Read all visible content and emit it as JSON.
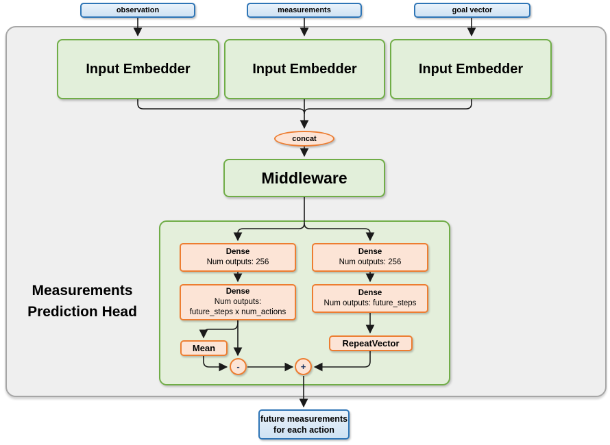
{
  "diagram": {
    "inputs": [
      {
        "label": "observation"
      },
      {
        "label": "measurements"
      },
      {
        "label": "goal vector"
      }
    ],
    "embedders": [
      "Input Embedder",
      "Input Embedder",
      "Input Embedder"
    ],
    "concat_label": "concat",
    "middleware_label": "Middleware",
    "head_title": {
      "line1": "Measurements",
      "line2": "Prediction Head"
    },
    "left_branch": {
      "dense1": {
        "title": "Dense",
        "subtitle": "Num outputs: 256"
      },
      "dense2": {
        "title": "Dense",
        "subtitle1": "Num outputs:",
        "subtitle2": "future_steps x num_actions"
      },
      "mean_label": "Mean",
      "minus_label": "-"
    },
    "right_branch": {
      "dense1": {
        "title": "Dense",
        "subtitle": "Num outputs: 256"
      },
      "dense2": {
        "title": "Dense",
        "subtitle": "Num outputs: future_steps"
      },
      "repeat_label": "RepeatVector",
      "plus_label": "+"
    },
    "output": {
      "line1": "future measurements",
      "line2": "for each action"
    },
    "colors": {
      "green_fill": "#E2EFDA",
      "green_border": "#70AD47",
      "orange_fill": "#FCE4D6",
      "orange_border": "#ED7D31",
      "blue_fill": "#DDEBF7",
      "blue_border": "#2E75B6",
      "gray_fill": "#EFEFEF",
      "gray_border": "#A6A6A6",
      "connector": "#1A1A1A"
    }
  }
}
